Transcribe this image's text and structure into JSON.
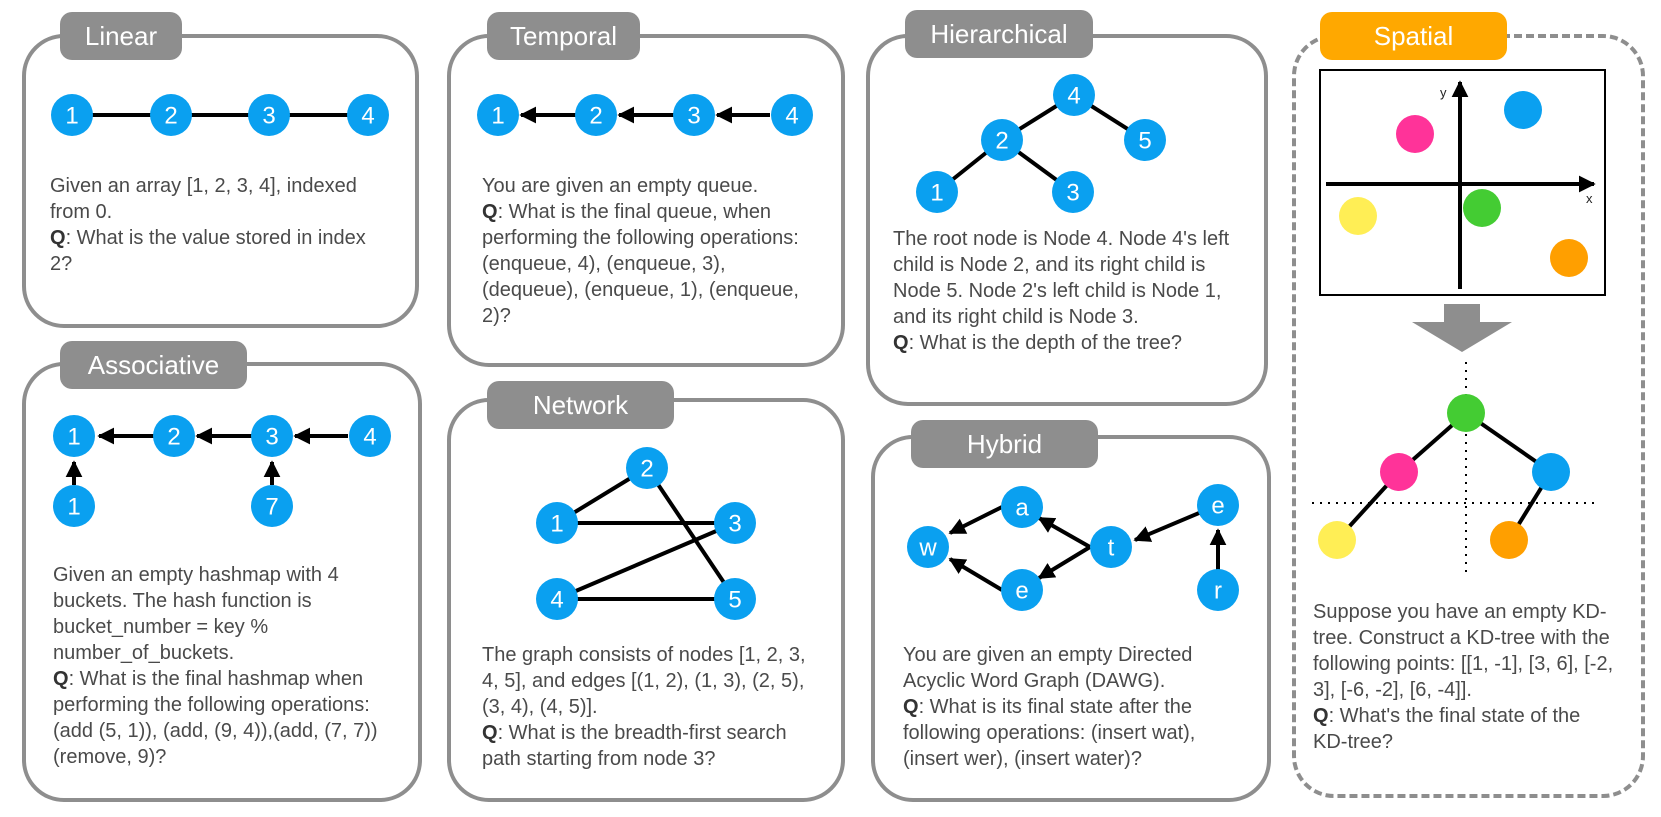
{
  "colors": {
    "node": "#0aa0f0",
    "tab_gray": "#8e8e8e",
    "tab_orange": "#ffa800",
    "pink": "#ff3399",
    "yellow": "#ffee55",
    "green": "#44cc33",
    "orange": "#ff9f00"
  },
  "linear": {
    "title": "Linear",
    "nodes": [
      "1",
      "2",
      "3",
      "4"
    ],
    "text": "Given an array [1, 2, 3, 4], indexed from 0.",
    "q_label": "Q",
    "q_text": ": What is the value stored in index 2?"
  },
  "temporal": {
    "title": "Temporal",
    "nodes": [
      "1",
      "2",
      "3",
      "4"
    ],
    "text": "You are given an empty queue.",
    "q_label": "Q",
    "q_text": ": What is the final queue, when performing the following operations:(enqueue, 4), (enqueue, 3), (dequeue), (enqueue, 1), (enqueue, 2)?"
  },
  "hierarchical": {
    "title": "Hierarchical",
    "nodes": [
      "4",
      "2",
      "5",
      "1",
      "3"
    ],
    "text": "The root node is Node 4. Node 4's left child is Node 2, and its right child is Node 5. Node 2's left child is Node 1, and its right child is Node 3.",
    "q_label": "Q",
    "q_text": ": What is the depth of the tree?"
  },
  "spatial": {
    "title": "Spatial",
    "axis_x": "x",
    "axis_y": "y",
    "text": "Suppose you have an empty KD-tree. Construct a KD-tree with the following points: [[1, -1], [3, 6], [-2, 3], [-6, -2], [6, -4]].",
    "q_label": "Q",
    "q_text": ": What's the final state of the KD-tree?"
  },
  "associative": {
    "title": "Associative",
    "top_nodes": [
      "1",
      "2",
      "3",
      "4"
    ],
    "bottom_nodes": [
      "1",
      "7"
    ],
    "text": "Given an empty hashmap with 4 buckets. The hash function is bucket_number = key % number_of_buckets.",
    "q_label": "Q",
    "q_text": ": What is the final hashmap when performing the following operations: (add (5, 1)), (add, (9, 4)),(add, (7, 7)) (remove, 9)?"
  },
  "network": {
    "title": "Network",
    "nodes": [
      "2",
      "1",
      "3",
      "4",
      "5"
    ],
    "text": "The graph consists of nodes [1, 2, 3, 4, 5], and edges [(1, 2), (1, 3), (2, 5), (3, 4), (4, 5)].",
    "q_label": "Q",
    "q_text": ": What is the breadth-first search path starting from node 3?"
  },
  "hybrid": {
    "title": "Hybrid",
    "nodes": [
      "a",
      "w",
      "t",
      "e",
      "e",
      "r"
    ],
    "text": "You are given an empty Directed Acyclic Word Graph (DAWG).",
    "q_label": "Q",
    "q_text": ": What is its final state after the following operations: (insert wat), (insert wer), (insert water)?"
  }
}
